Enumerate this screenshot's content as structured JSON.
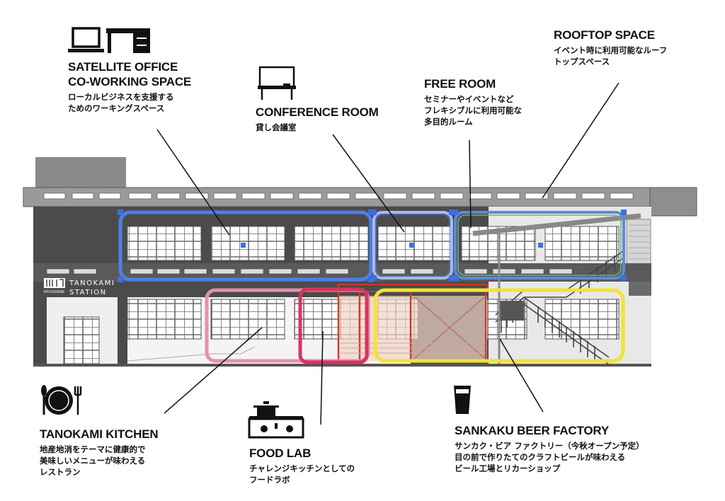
{
  "building": {
    "sign_brand_small": "RIVOSHANE",
    "sign_name_line1": "TANOKAMI",
    "sign_name_line2": "STATION"
  },
  "areas": {
    "satellite": {
      "title_line1": "SATELLITE OFFICE",
      "title_line2": "CO-WORKING SPACE",
      "desc_line1": "ローカルビジネスを支援する",
      "desc_line2": "ためのワーキングスペース",
      "icon": "laptop-desk-icon",
      "color": "#4f7ee8"
    },
    "conference": {
      "title": "CONFERENCE ROOM",
      "desc_line1": "貸し会議室",
      "icon": "whiteboard-icon",
      "color": "#a9b8ee"
    },
    "free_room": {
      "title": "FREE ROOM",
      "desc_line1": "セミナーやイベントなど",
      "desc_line2": "フレキシブルに利用可能な",
      "desc_line3": "多目的ルーム",
      "color": "#5a8cd6"
    },
    "rooftop": {
      "title": "ROOFTOP SPACE",
      "desc_line1": "イベント時に利用可能なルーフ",
      "desc_line2": "トップスペース"
    },
    "kitchen": {
      "title": "TANOKAMI KITCHEN",
      "desc_line1": "地産地消をテーマに健康的で",
      "desc_line2": "美味しいメニューが味わえる",
      "desc_line3": "レストラン",
      "icon": "plate-cutlery-icon",
      "color": "#e58fb4"
    },
    "food_lab": {
      "title": "FOOD LAB",
      "desc_line1": "チャレンジキッチンとしての",
      "desc_line2": "フードラボ",
      "icon": "stove-pot-icon",
      "color": "#d8345f"
    },
    "beer": {
      "title": "SANKAKU BEER FACTORY",
      "desc_line1": "サンカク・ビア ファクトリー（今秋オープン予定）",
      "desc_line2": "目の前で作りたてのクラフトビールが味わえる",
      "desc_line3": "ビール工場とリカーショップ",
      "icon": "beer-glass-icon",
      "color": "#f4e233"
    }
  }
}
